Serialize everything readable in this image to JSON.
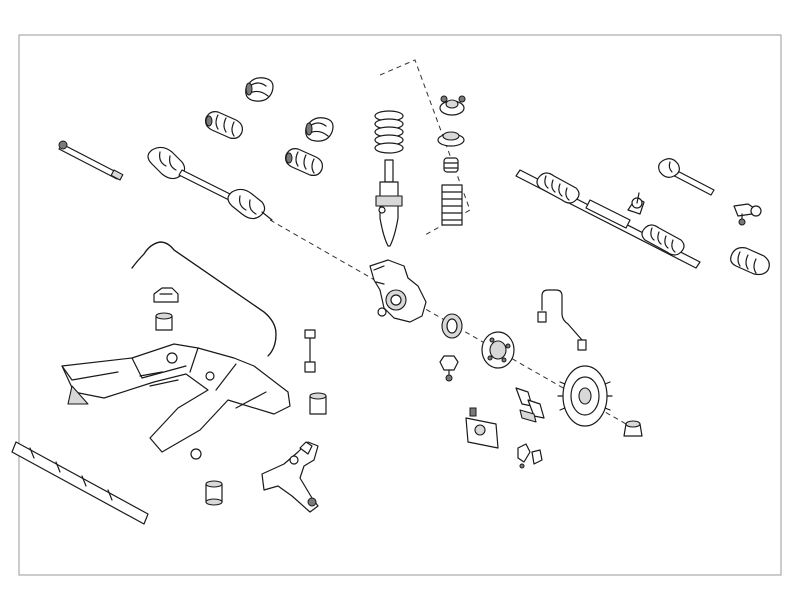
{
  "diagram": {
    "parts": [
      "frame",
      "drive-shaft-boot-kit-inner",
      "drive-shaft-boot-kit-outer",
      "cv-joint-inner",
      "cv-joint-outer",
      "tie-rod-left",
      "drive-shaft",
      "coil-spring",
      "shock-absorber",
      "strut-top-mount",
      "strut-bearing",
      "bump-stop",
      "dust-boot",
      "steering-rack",
      "inner-tie-rod",
      "tie-rod-end",
      "steering-boot",
      "stabilizer-bar",
      "stabilizer-bracket",
      "stabilizer-bushing",
      "stabilizer-link",
      "subframe",
      "control-arm-bushing",
      "control-arm",
      "control-arm-bush-rear",
      "reinforcement-bar",
      "steering-knuckle",
      "wheel-bearing",
      "wheel-hub",
      "brake-hose",
      "ball-joint",
      "brake-disc",
      "hub-cap",
      "brake-caliper",
      "brake-pads",
      "pad-wear-sensor"
    ]
  }
}
